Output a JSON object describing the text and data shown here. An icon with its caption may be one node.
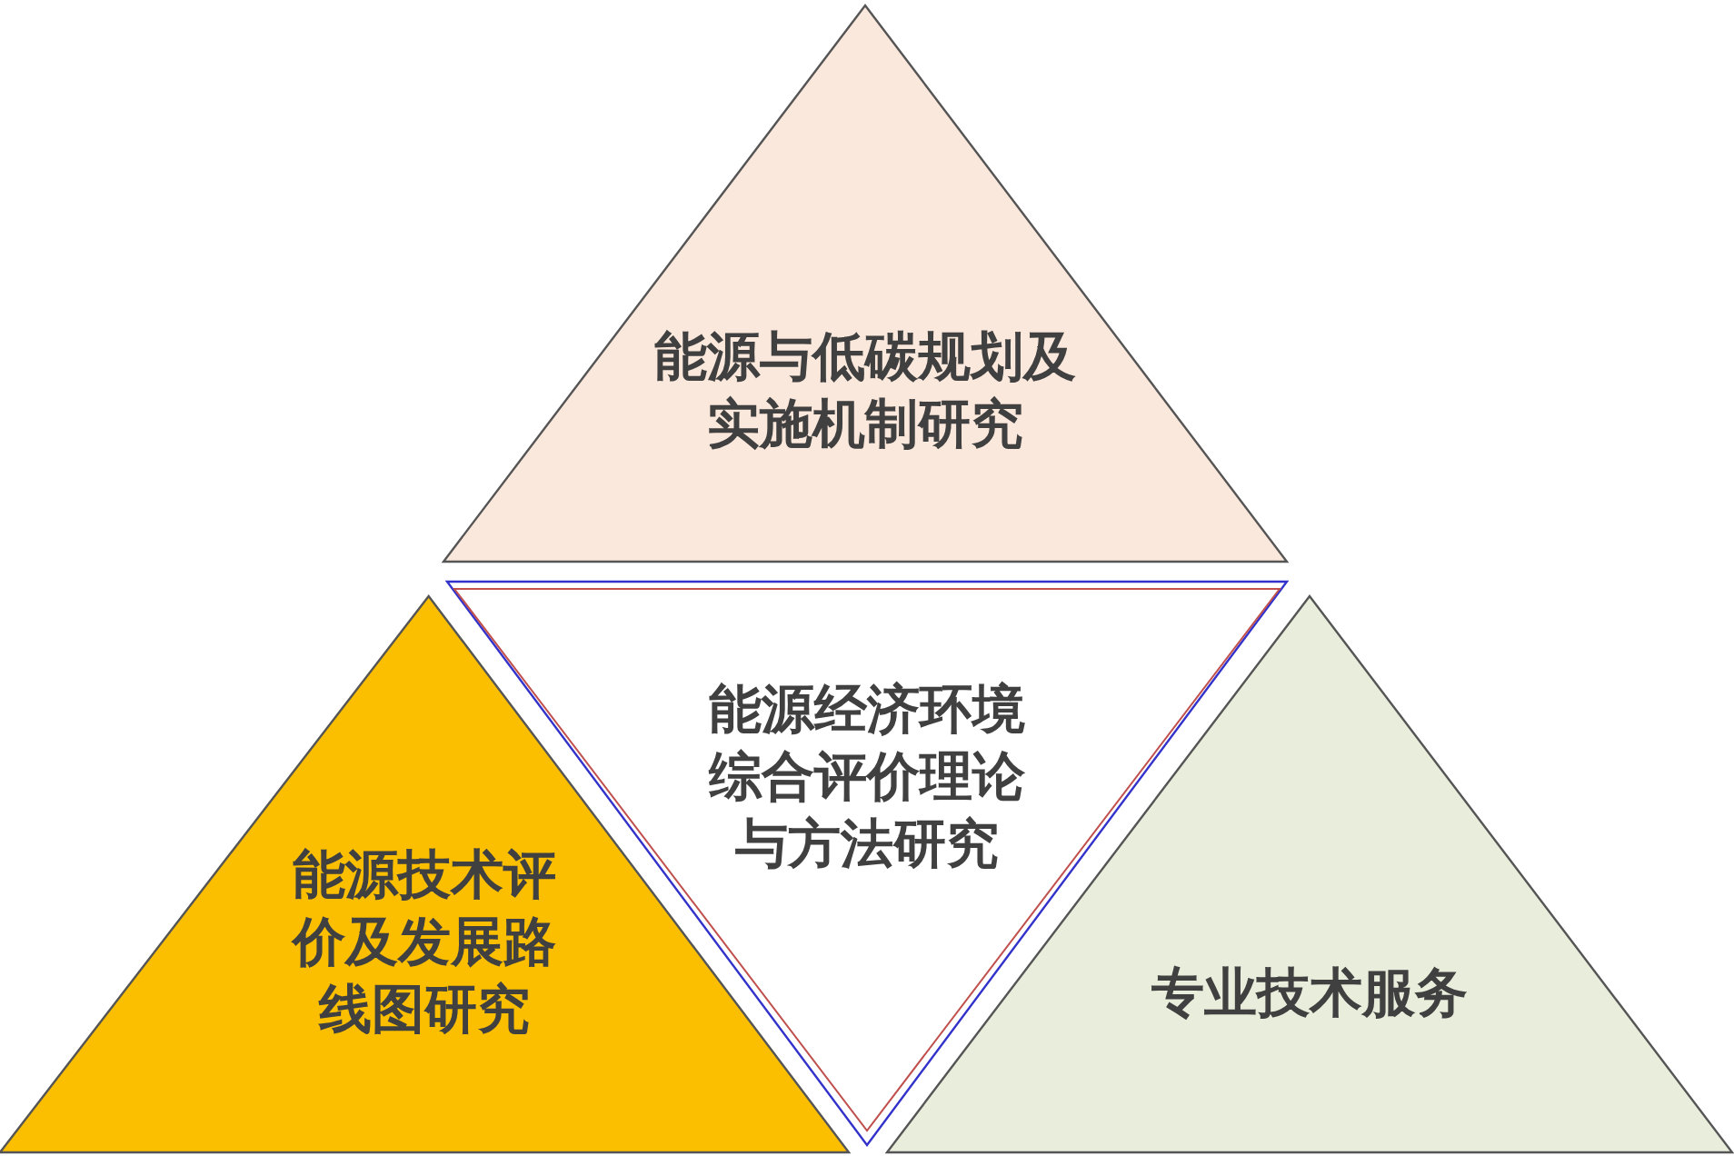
{
  "diagram": {
    "nodes": [
      {
        "text": [
          "能源与低碳规划及实施机制研究"
        ]
      },
      {
        "text": [
          "能源技术评价及发展路线图研究"
        ]
      },
      {
        "text": [
          "能源经济环境综合评价理论与方法研究"
        ]
      },
      {
        "text": [
          "专业技术服务"
        ]
      }
    ]
  }
}
